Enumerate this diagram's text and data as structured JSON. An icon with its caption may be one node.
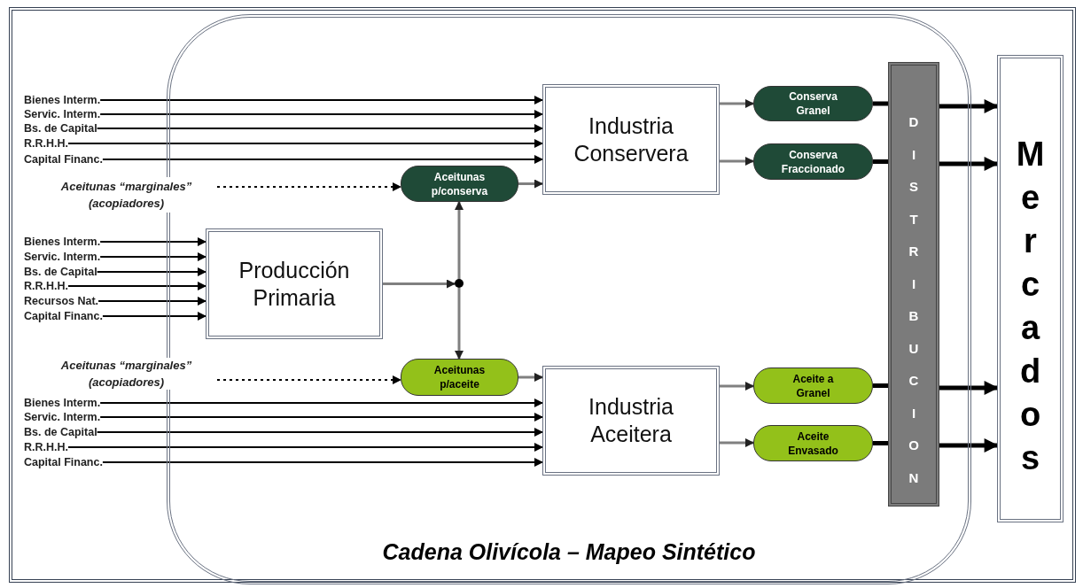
{
  "diagram": {
    "nodes": [
      {
        "text": [
          "Cadena Olivícola – Mapeo Sintético"
        ]
      },
      {
        "text": [
          "Bienes Interm."
        ]
      },
      {
        "text": [
          "Servic. Interm."
        ]
      },
      {
        "text": [
          "Bs. de Capital"
        ]
      },
      {
        "text": [
          "R.R.H.H."
        ]
      },
      {
        "text": [
          "Capital Financ."
        ]
      },
      {
        "text": [
          "Aceitunas “marginales” (acopiadores)"
        ]
      },
      {
        "text": [
          "Aceitunas p/conserva"
        ],
        "in": 0
      },
      {
        "text": [
          "Industria Conservera"
        ],
        "in": 0
      },
      {
        "text": [
          "Conserva Granel"
        ],
        "in": 0
      },
      {
        "text": [
          "Conserva Fraccionado"
        ],
        "in": 0
      },
      {
        "text": [
          "DISTRIBUCION"
        ],
        "in": 0
      },
      {
        "text": [
          "Mercados"
        ]
      },
      {
        "text": [
          "Bienes Interm."
        ]
      },
      {
        "text": [
          "Servic. Interm."
        ]
      },
      {
        "text": [
          "Bs. de Capital"
        ]
      },
      {
        "text": [
          "R.R.H.H."
        ]
      },
      {
        "text": [
          "Recursos Nat."
        ]
      },
      {
        "text": [
          "Capital Financ."
        ]
      },
      {
        "text": [
          "Producción Primaria"
        ],
        "in": 0
      },
      {
        "text": [],
        "shape": "circle",
        "in": 0
      },
      {
        "text": [
          "Aceitunas “marginales” (acopiadores)"
        ]
      },
      {
        "text": [
          "Aceitunas p/aceite"
        ],
        "in": 0
      },
      {
        "text": [
          "Industria Aceitera"
        ],
        "in": 0
      },
      {
        "text": [
          "Aceite a Granel"
        ],
        "in": 0
      },
      {
        "text": [
          "Aceite Envasado"
        ],
        "in": 0
      },
      {
        "text": [
          "Bienes Interm."
        ]
      },
      {
        "text": [
          "Servic. Interm."
        ]
      },
      {
        "text": [
          "Bs. de Capital"
        ]
      },
      {
        "text": [
          "R.R.H.H."
        ]
      },
      {
        "text": [
          "Capital Financ."
        ]
      }
    ],
    "edges": [
      {
        "from": 1,
        "to": 8,
        "arrow": "to"
      },
      {
        "from": 2,
        "to": 8,
        "arrow": "to"
      },
      {
        "from": 3,
        "to": 8,
        "arrow": "to"
      },
      {
        "from": 4,
        "to": 8,
        "arrow": "to"
      },
      {
        "from": 5,
        "to": 8,
        "arrow": "to"
      },
      {
        "from": 6,
        "to": 7,
        "arrow": "to",
        "style": "dashed"
      },
      {
        "from": 7,
        "to": 8,
        "arrow": "to",
        "color": "#808080"
      },
      {
        "from": 8,
        "to": 9,
        "arrow": "to",
        "color": "#808080"
      },
      {
        "from": 8,
        "to": 10,
        "arrow": "to",
        "color": "#808080"
      },
      {
        "from": 9,
        "to": 11,
        "arrow": "none",
        "style": "thick"
      },
      {
        "from": 10,
        "to": 11,
        "arrow": "none",
        "style": "thick"
      },
      {
        "from": 11,
        "to": 12,
        "arrow": "to",
        "style": "thick"
      },
      {
        "from": 11,
        "to": 12,
        "arrow": "to",
        "style": "thick"
      },
      {
        "from": 13,
        "to": 19,
        "arrow": "to"
      },
      {
        "from": 14,
        "to": 19,
        "arrow": "to"
      },
      {
        "from": 15,
        "to": 19,
        "arrow": "to"
      },
      {
        "from": 16,
        "to": 19,
        "arrow": "to"
      },
      {
        "from": 17,
        "to": 19,
        "arrow": "to"
      },
      {
        "from": 18,
        "to": 19,
        "arrow": "to"
      },
      {
        "from": 19,
        "to": 20,
        "arrow": "to",
        "color": "#808080"
      },
      {
        "from": 20,
        "to": 7,
        "arrow": "to",
        "color": "#808080"
      },
      {
        "from": 20,
        "to": 22,
        "arrow": "to",
        "color": "#808080"
      },
      {
        "from": 21,
        "to": 22,
        "arrow": "to",
        "style": "dashed"
      },
      {
        "from": 22,
        "to": 23,
        "arrow": "to",
        "color": "#808080"
      },
      {
        "from": 23,
        "to": 24,
        "arrow": "to",
        "color": "#808080"
      },
      {
        "from": 23,
        "to": 25,
        "arrow": "to",
        "color": "#808080"
      },
      {
        "from": 24,
        "to": 11,
        "arrow": "none",
        "style": "thick"
      },
      {
        "from": 25,
        "to": 11,
        "arrow": "none",
        "style": "thick"
      },
      {
        "from": 11,
        "to": 12,
        "arrow": "to",
        "style": "thick"
      },
      {
        "from": 11,
        "to": 12,
        "arrow": "to",
        "style": "thick"
      },
      {
        "from": 26,
        "to": 23,
        "arrow": "to"
      },
      {
        "from": 27,
        "to": 23,
        "arrow": "to"
      },
      {
        "from": 28,
        "to": 23,
        "arrow": "to"
      },
      {
        "from": 29,
        "to": 23,
        "arrow": "to"
      },
      {
        "from": 30,
        "to": 23,
        "arrow": "to"
      }
    ]
  }
}
